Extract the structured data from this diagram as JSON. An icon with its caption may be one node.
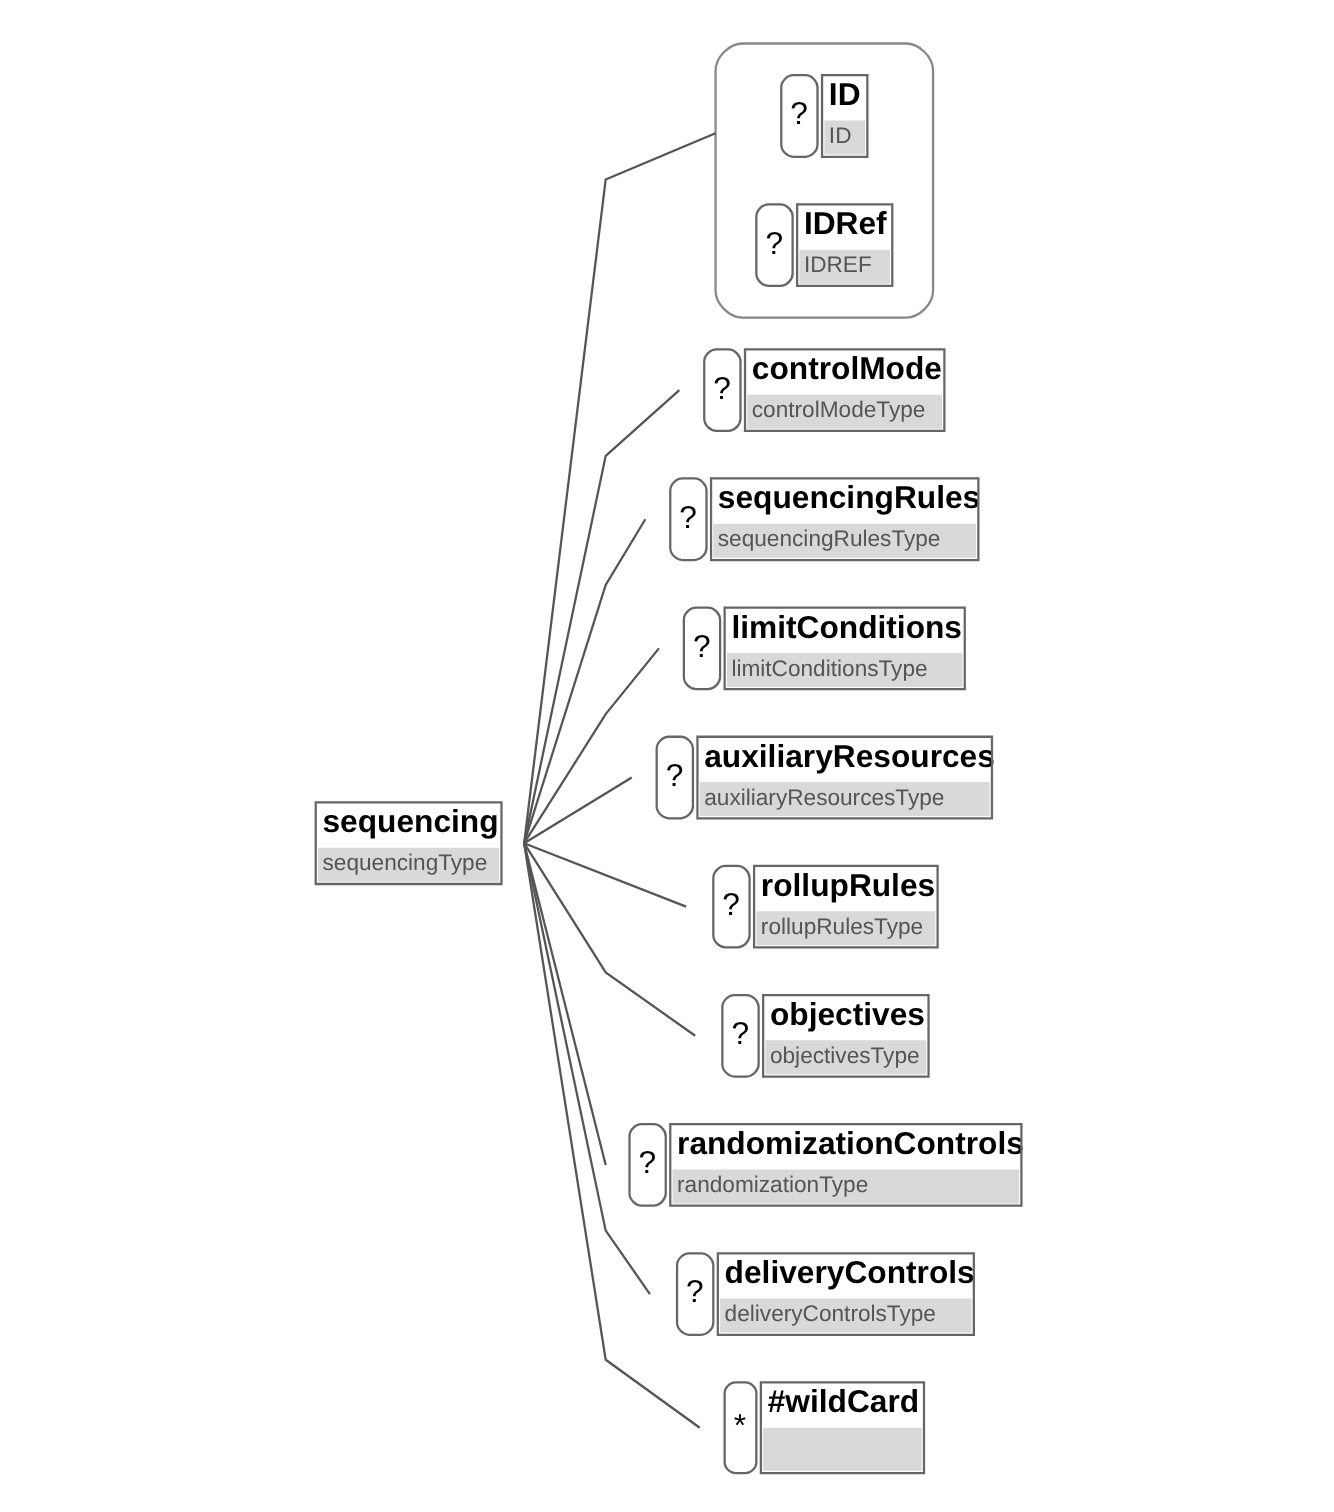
{
  "diagram": {
    "nodes": [
      {
        "text": [
          "sequencing",
          "sequencingType"
        ]
      },
      {
        "text": [],
        "shape": "box"
      },
      {
        "text": [
          "ID",
          "ID"
        ],
        "in": 1,
        "beside": [
          "?"
        ]
      },
      {
        "text": [
          "IDRef",
          "IDREF"
        ],
        "in": 1,
        "beside": [
          "?"
        ]
      },
      {
        "text": [
          "controlMode",
          "controlModeType"
        ],
        "beside": [
          "?"
        ]
      },
      {
        "text": [
          "sequencingRules",
          "sequencingRulesType"
        ],
        "beside": [
          "?"
        ]
      },
      {
        "text": [
          "limitConditions",
          "limitConditionsType"
        ],
        "beside": [
          "?"
        ]
      },
      {
        "text": [
          "auxiliaryResources",
          "auxiliaryResourcesType"
        ],
        "beside": [
          "?"
        ]
      },
      {
        "text": [
          "rollupRules",
          "rollupRulesType"
        ],
        "beside": [
          "?"
        ]
      },
      {
        "text": [
          "objectives",
          "objectivesType"
        ],
        "beside": [
          "?"
        ]
      },
      {
        "text": [
          "randomizationControls",
          "randomizationType"
        ],
        "beside": [
          "?"
        ]
      },
      {
        "text": [
          "deliveryControls",
          "deliveryControlsType"
        ],
        "beside": [
          "?"
        ]
      },
      {
        "text": [
          "#wildCard"
        ],
        "beside": [
          "*"
        ]
      }
    ],
    "edges": [
      {
        "from": 0,
        "to": 1,
        "arrow": "none"
      },
      {
        "from": 0,
        "to": 4,
        "arrow": "none"
      },
      {
        "from": 0,
        "to": 5,
        "arrow": "none"
      },
      {
        "from": 0,
        "to": 6,
        "arrow": "none"
      },
      {
        "from": 0,
        "to": 7,
        "arrow": "none"
      },
      {
        "from": 0,
        "to": 8,
        "arrow": "none"
      },
      {
        "from": 0,
        "to": 9,
        "arrow": "none"
      },
      {
        "from": 0,
        "to": 10,
        "arrow": "none"
      },
      {
        "from": 0,
        "to": 11,
        "arrow": "none"
      },
      {
        "from": 0,
        "to": 12,
        "arrow": "none"
      }
    ]
  }
}
